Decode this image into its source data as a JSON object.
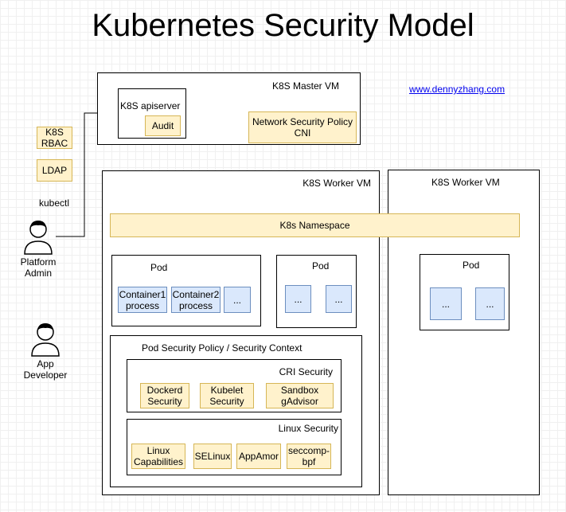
{
  "title": "Kubernetes Security Model",
  "link": "www.dennyzhang.com",
  "master_vm": {
    "label": "K8S Master VM",
    "apiserver": "K8S apiserver",
    "audit": "Audit",
    "network_policy": "Network Security Policy\nCNI"
  },
  "left_tools": {
    "rbac": "K8S\nRBAC",
    "ldap": "LDAP",
    "kubectl": "kubectl"
  },
  "actors": {
    "platform_admin": "Platform\nAdmin",
    "app_developer": "App\nDeveloper"
  },
  "worker_vm_1": {
    "label": "K8S Worker VM",
    "namespace": "K8s Namespace",
    "pod_a": {
      "label": "Pod",
      "containers": [
        "Container1\nprocess",
        "Container2\nprocess",
        "..."
      ]
    },
    "pod_b": {
      "label": "Pod",
      "containers": [
        "...",
        "..."
      ]
    },
    "pod_security": {
      "label": "Pod Security Policy / Security Context",
      "cri": {
        "label": "CRI Security",
        "items": [
          "Dockerd\nSecurity",
          "Kubelet\nSecurity",
          "Sandbox\ngAdvisor"
        ]
      },
      "linux": {
        "label": "Linux Security",
        "items": [
          "Linux\nCapabilities",
          "SELinux",
          "AppAmor",
          "seccomp-\nbpf"
        ]
      }
    }
  },
  "worker_vm_2": {
    "label": "K8S Worker VM",
    "pod": {
      "label": "Pod",
      "containers": [
        "...",
        "..."
      ]
    }
  }
}
